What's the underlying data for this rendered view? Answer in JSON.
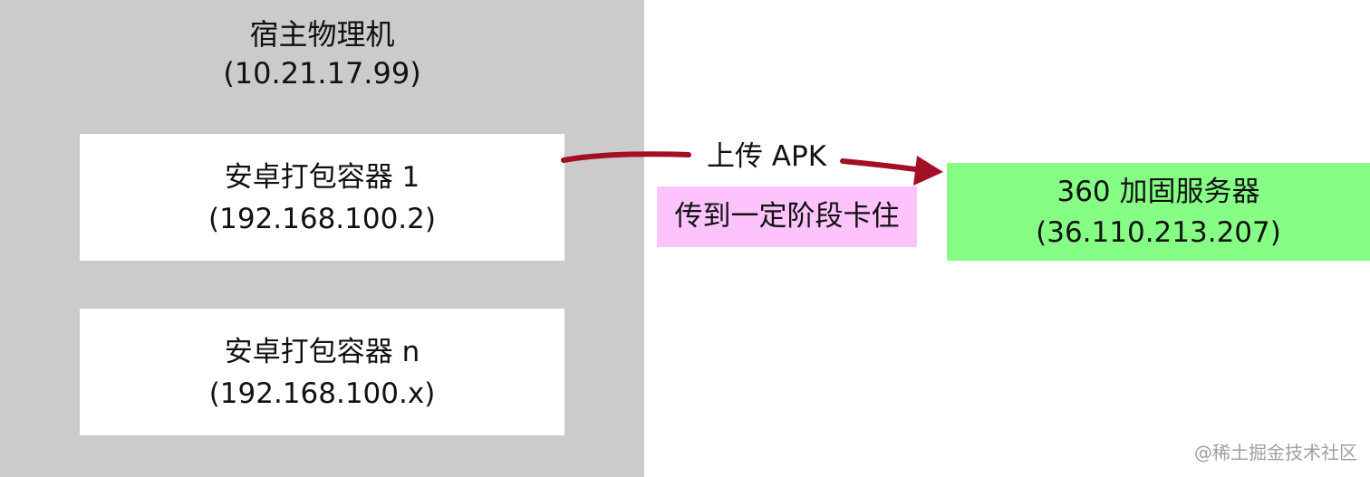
{
  "host": {
    "title": "宿主物理机",
    "ip": "(10.21.17.99)"
  },
  "containers": [
    {
      "name": "安卓打包容器 1",
      "ip": "(192.168.100.2)"
    },
    {
      "name": "安卓打包容器 n",
      "ip": "(192.168.100.x)"
    }
  ],
  "server": {
    "name": "360 加固服务器",
    "ip": "(36.110.213.207)"
  },
  "arrow": {
    "label": "上传 APK",
    "color": "#a30f24"
  },
  "note": {
    "text": "传到一定阶段卡住",
    "color": "#fec3fc"
  },
  "colors": {
    "host_bg": "#cbcbcb",
    "server_bg": "#86fe86"
  },
  "watermark": "@稀土掘金技术社区"
}
